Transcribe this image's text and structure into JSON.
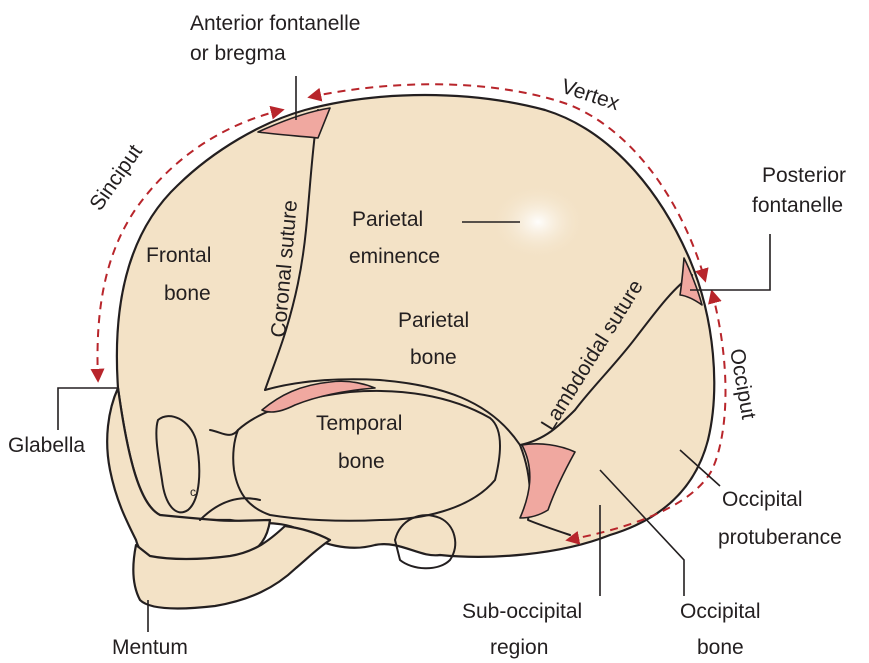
{
  "labels": {
    "anterior_fontanelle_line1": "Anterior fontanelle",
    "anterior_fontanelle_line2": "or bregma",
    "vertex": "Vertex",
    "sinciput": "Sinciput",
    "occiput": "Occiput",
    "posterior_fontanelle_line1": "Posterior",
    "posterior_fontanelle_line2": "fontanelle",
    "frontal_bone_line1": "Frontal",
    "frontal_bone_line2": "bone",
    "coronal_suture": "Coronal suture",
    "parietal_eminence_line1": "Parietal",
    "parietal_eminence_line2": "eminence",
    "parietal_bone_line1": "Parietal",
    "parietal_bone_line2": "bone",
    "lambdoidal_suture": "Lambdoidal suture",
    "temporal_bone_line1": "Temporal",
    "temporal_bone_line2": "bone",
    "glabella": "Glabella",
    "occipital_protuberance_line1": "Occipital",
    "occipital_protuberance_line2": "protuberance",
    "mentum": "Mentum",
    "sub_occipital_line1": "Sub-occipital",
    "sub_occipital_line2": "region",
    "occipital_bone_line1": "Occipital",
    "occipital_bone_line2": "bone",
    "orbit_letter": "c"
  },
  "colors": {
    "bone_fill": "#f3e2c6",
    "outline": "#231f20",
    "fontanelle_membrane": "#f0a8a0",
    "arrow_dashed": "#b8252b"
  }
}
